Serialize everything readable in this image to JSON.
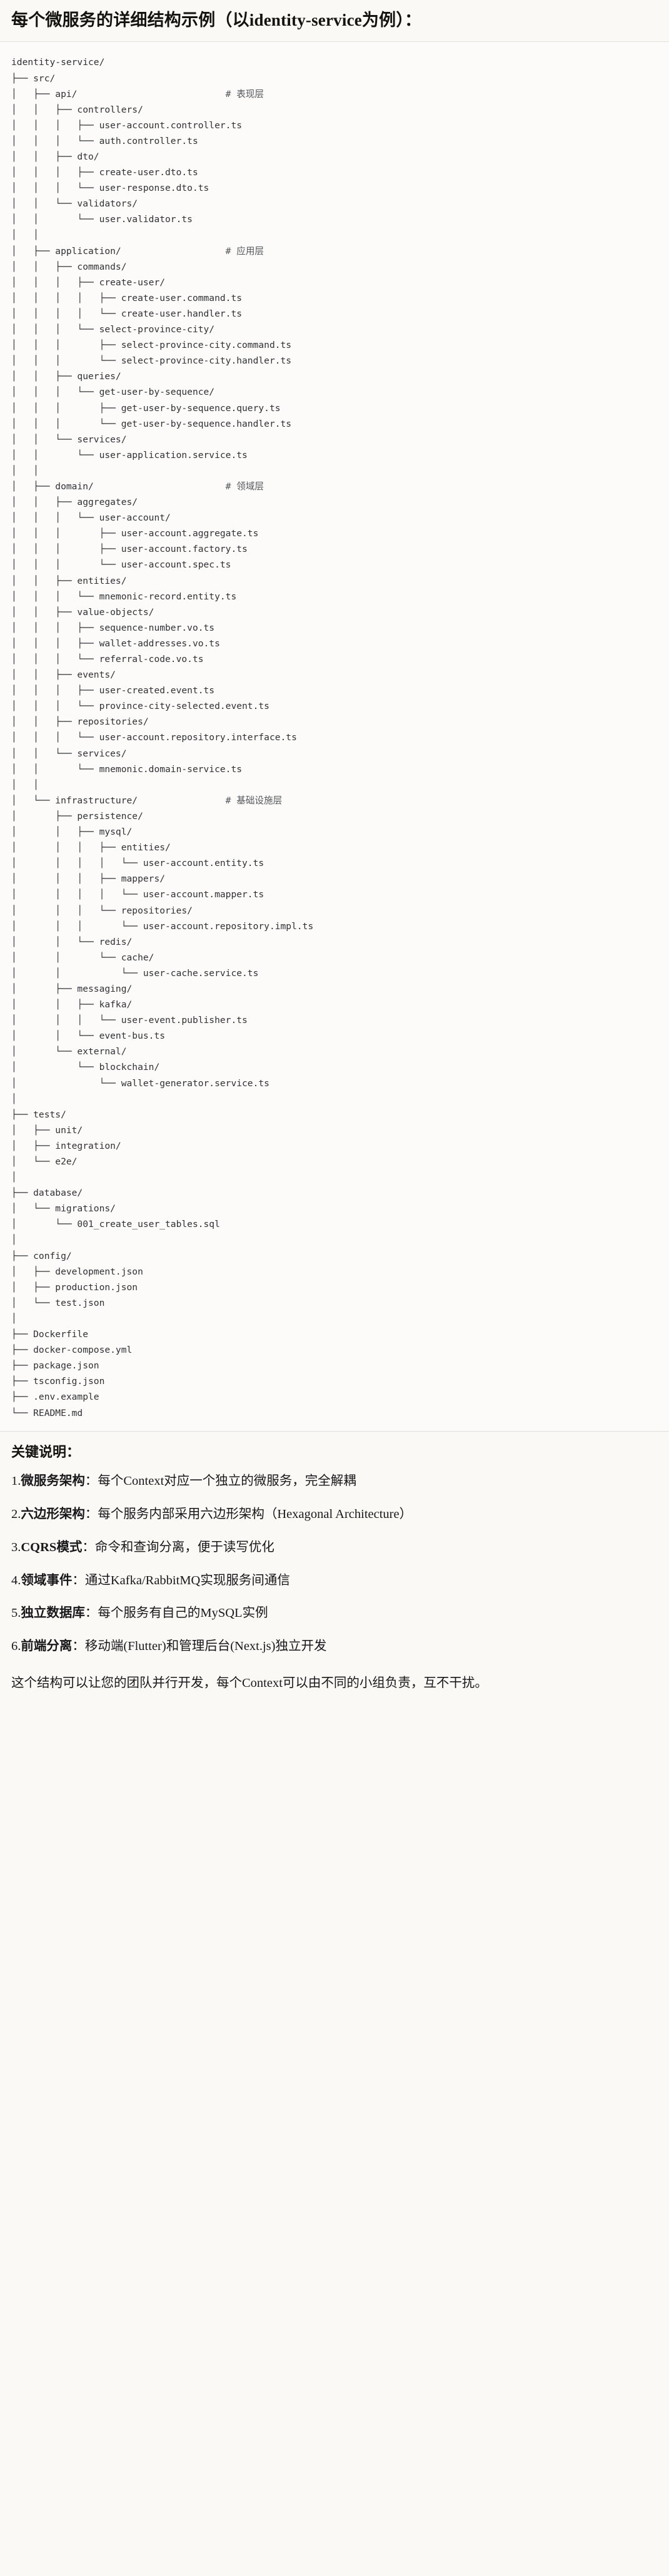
{
  "heading": "每个微服务的详细结构示例（以identity-service为例）：",
  "tree": {
    "root": "identity-service/",
    "comments": {
      "api": "# 表现层",
      "application": "# 应用层",
      "domain": "# 领域层",
      "infrastructure": "# 基础设施层"
    },
    "lines": [
      "identity-service/",
      "├── src/",
      "│   ├── api/                           # 表现层",
      "│   │   ├── controllers/",
      "│   │   │   ├── user-account.controller.ts",
      "│   │   │   └── auth.controller.ts",
      "│   │   ├── dto/",
      "│   │   │   ├── create-user.dto.ts",
      "│   │   │   └── user-response.dto.ts",
      "│   │   └── validators/",
      "│   │       └── user.validator.ts",
      "│   │",
      "│   ├── application/                   # 应用层",
      "│   │   ├── commands/",
      "│   │   │   ├── create-user/",
      "│   │   │   │   ├── create-user.command.ts",
      "│   │   │   │   └── create-user.handler.ts",
      "│   │   │   └── select-province-city/",
      "│   │   │       ├── select-province-city.command.ts",
      "│   │   │       └── select-province-city.handler.ts",
      "│   │   ├── queries/",
      "│   │   │   └── get-user-by-sequence/",
      "│   │   │       ├── get-user-by-sequence.query.ts",
      "│   │   │       └── get-user-by-sequence.handler.ts",
      "│   │   └── services/",
      "│   │       └── user-application.service.ts",
      "│   │",
      "│   ├── domain/                        # 领域层",
      "│   │   ├── aggregates/",
      "│   │   │   └── user-account/",
      "│   │   │       ├── user-account.aggregate.ts",
      "│   │   │       ├── user-account.factory.ts",
      "│   │   │       └── user-account.spec.ts",
      "│   │   ├── entities/",
      "│   │   │   └── mnemonic-record.entity.ts",
      "│   │   ├── value-objects/",
      "│   │   │   ├── sequence-number.vo.ts",
      "│   │   │   ├── wallet-addresses.vo.ts",
      "│   │   │   └── referral-code.vo.ts",
      "│   │   ├── events/",
      "│   │   │   ├── user-created.event.ts",
      "│   │   │   └── province-city-selected.event.ts",
      "│   │   ├── repositories/",
      "│   │   │   └── user-account.repository.interface.ts",
      "│   │   └── services/",
      "│   │       └── mnemonic.domain-service.ts",
      "│   │",
      "│   └── infrastructure/                # 基础设施层",
      "│       ├── persistence/",
      "│       │   ├── mysql/",
      "│       │   │   ├── entities/",
      "│       │   │   │   └── user-account.entity.ts",
      "│       │   │   ├── mappers/",
      "│       │   │   │   └── user-account.mapper.ts",
      "│       │   │   └── repositories/",
      "│       │   │       └── user-account.repository.impl.ts",
      "│       │   └── redis/",
      "│       │       └── cache/",
      "│       │           └── user-cache.service.ts",
      "│       ├── messaging/",
      "│       │   ├── kafka/",
      "│       │   │   └── user-event.publisher.ts",
      "│       │   └── event-bus.ts",
      "│       └── external/",
      "│           └── blockchain/",
      "│               └── wallet-generator.service.ts",
      "│",
      "├── tests/",
      "│   ├── unit/",
      "│   ├── integration/",
      "│   └── e2e/",
      "│",
      "├── database/",
      "│   └── migrations/",
      "│       └── 001_create_user_tables.sql",
      "│",
      "├── config/",
      "│   ├── development.json",
      "│   ├── production.json",
      "│   └── test.json",
      "│",
      "├── Dockerfile",
      "├── docker-compose.yml",
      "├── package.json",
      "├── tsconfig.json",
      "├── .env.example",
      "└── README.md"
    ]
  },
  "notes": {
    "title": "关键说明：",
    "items": [
      {
        "num": "1.",
        "term": "微服务架构",
        "sep": "：",
        "desc": "每个Context对应一个独立的微服务，完全解耦"
      },
      {
        "num": "2.",
        "term": "六边形架构",
        "sep": "：",
        "desc": "每个服务内部采用六边形架构（Hexagonal Architecture）"
      },
      {
        "num": "3.",
        "term": "CQRS模式",
        "sep": "：",
        "desc": "命令和查询分离，便于读写优化"
      },
      {
        "num": "4.",
        "term": "领域事件",
        "sep": "：",
        "desc": "通过Kafka/RabbitMQ实现服务间通信"
      },
      {
        "num": "5.",
        "term": "独立数据库",
        "sep": "：",
        "desc": "每个服务有自己的MySQL实例"
      },
      {
        "num": "6.",
        "term": "前端分离",
        "sep": "：",
        "desc": "移动端(Flutter)和管理后台(Next.js)独立开发"
      }
    ],
    "closing": "这个结构可以让您的团队并行开发，每个Context可以由不同的小组负责，互不干扰。"
  }
}
